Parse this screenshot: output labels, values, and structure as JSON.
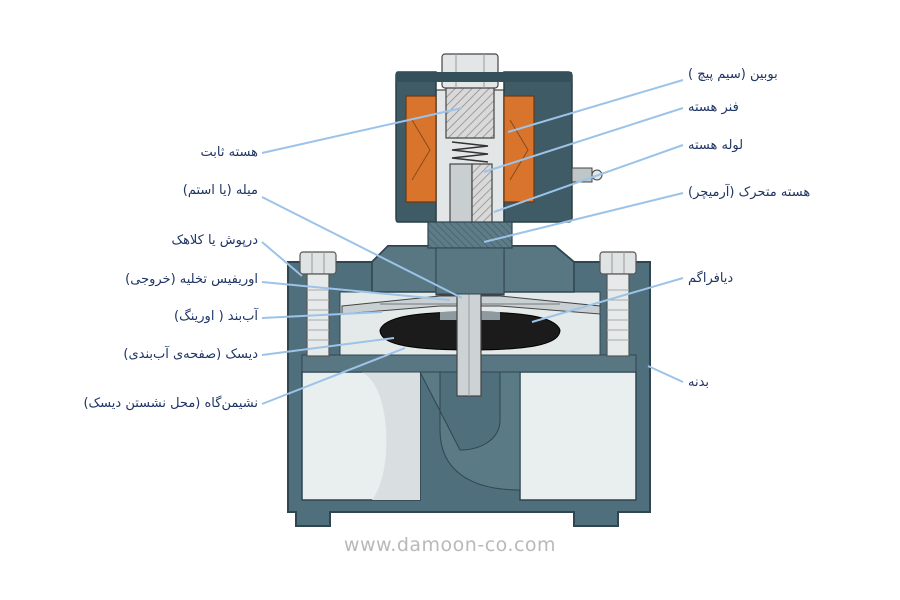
{
  "labels": {
    "coil": "بوبین (سیم پیچ )",
    "core_spring": "فنر هسته",
    "core_tube": "لوله هسته",
    "armature": "هسته متحرک (آرمیچر)",
    "diaphragm": "دیافراگم",
    "body": "بدنه",
    "fixed_core": "هسته ثابت",
    "stem": "میله (یا استم)",
    "bonnet": "درپوش یا کلاهک",
    "bleed_orifice": "اوریفیس تخلیه (خروجی)",
    "oring": "آب‌بند ( اورینگ)",
    "disc": "دیسک (صفحه‌ی آب‌بندی)",
    "seat": "نشیمن‌گاه (محل نشستن دیسک)"
  },
  "watermark": "www.damoon-co.com",
  "colors": {
    "body_fill": "#4f6f7c",
    "coil_fill": "#d8742c",
    "line": "#9cc3e8",
    "text": "#1f3566"
  }
}
